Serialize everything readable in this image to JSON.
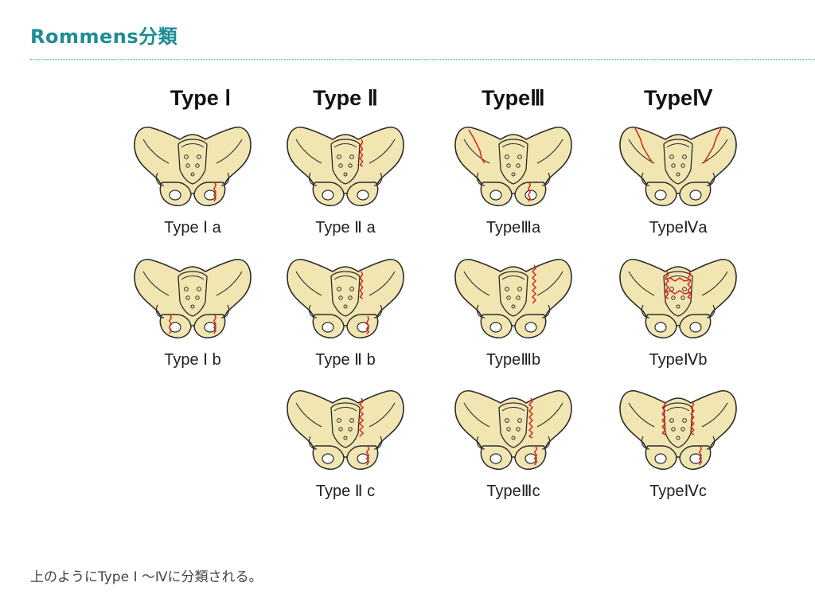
{
  "heading": "Rommens分類",
  "columns": [
    {
      "title": "Type Ⅰ"
    },
    {
      "title": "Type Ⅱ"
    },
    {
      "title": "TypeⅢ"
    },
    {
      "title": "TypeⅣ"
    }
  ],
  "subtypes": [
    {
      "label": "Type Ⅰ a",
      "fracture": "Ia"
    },
    {
      "label": "Type Ⅱ a",
      "fracture": "IIa"
    },
    {
      "label": "TypeⅢa",
      "fracture": "IIIa"
    },
    {
      "label": "TypeⅣa",
      "fracture": "IVa"
    },
    {
      "label": "Type Ⅰ b",
      "fracture": "Ib"
    },
    {
      "label": "Type Ⅱ b",
      "fracture": "IIb"
    },
    {
      "label": "TypeⅢb",
      "fracture": "IIIb"
    },
    {
      "label": "TypeⅣb",
      "fracture": "IVb"
    },
    {
      "label": "Type Ⅱ c",
      "fracture": "IIc"
    },
    {
      "label": "TypeⅢc",
      "fracture": "IIIc"
    },
    {
      "label": "TypeⅣc",
      "fracture": "IVc"
    }
  ],
  "caption": "上のようにType Ⅰ ～Ⅳに分類される。",
  "colors": {
    "heading": "#1e8c93",
    "bone_fill": "#f1e6b2",
    "bone_stroke": "#2b2b2b",
    "fracture": "#d8231a"
  }
}
